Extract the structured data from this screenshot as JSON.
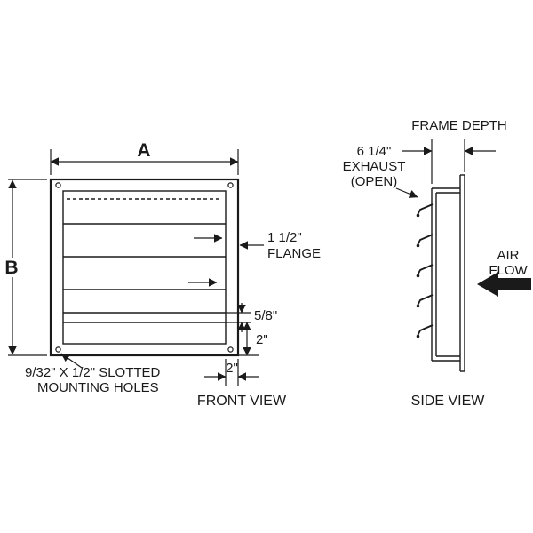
{
  "drawing": {
    "front_view": {
      "caption": "FRONT VIEW",
      "dim_width": "A",
      "dim_height": "B",
      "flange_size": "1 1/2\"",
      "flange_word": "FLANGE",
      "blade_overlap": "5/8\"",
      "frame_bottom_depth": "2\"",
      "frame_side_width": "2\"",
      "mounting_note_line1": "9/32\" X 1/2\" SLOTTED",
      "mounting_note_line2": "MOUNTING HOLES"
    },
    "side_view": {
      "caption": "SIDE VIEW",
      "frame_depth_label": "FRAME DEPTH",
      "exhaust_dim": "6 1/4\"",
      "exhaust_word": "EXHAUST",
      "exhaust_state": "(OPEN)",
      "air_word1": "AIR",
      "air_word2": "FLOW"
    },
    "colors": {
      "line": "#1a1a1a",
      "background": "#ffffff"
    }
  }
}
